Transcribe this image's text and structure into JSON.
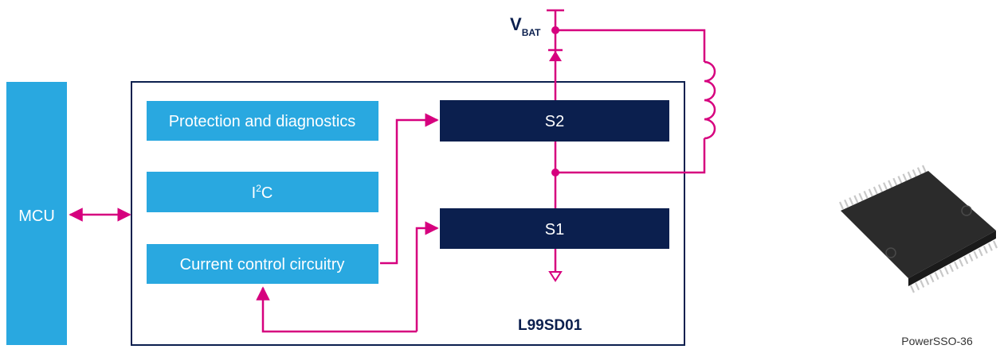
{
  "colors": {
    "light_block": "#29a8e0",
    "dark_block": "#0b1f4e",
    "wire": "#d6007e",
    "frame": "#0b1f4e",
    "chip_body": "#2b2b2b",
    "chip_pins": "#c8c8c8"
  },
  "mcu": {
    "label": "MCU"
  },
  "blocks": {
    "protection": "Protection and diagnostics",
    "i2c_base": "I",
    "i2c_sup": "2",
    "i2c_tail": "C",
    "current": "Current control circuitry",
    "s2": "S2",
    "s1": "S1"
  },
  "chip_name": "L99SD01",
  "vbat": {
    "main": "V",
    "sub": "BAT"
  },
  "package": {
    "caption": "PowerSSO-36",
    "icon": "chip-package-icon"
  }
}
